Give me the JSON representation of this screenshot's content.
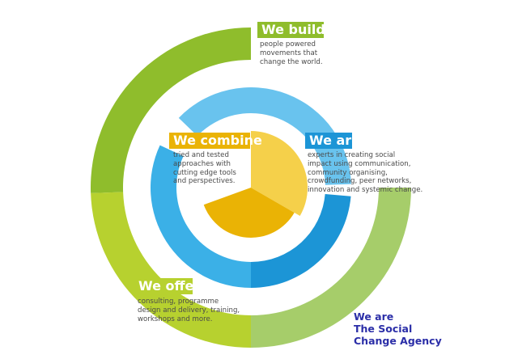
{
  "colors": {
    "outer_green_dark": "#8fbd2c",
    "outer_green_light": "#b7d12f",
    "outer_green_pale": "#a6cd6a",
    "blue_light": "#69c3ee",
    "blue_mid": "#3bb0e7",
    "blue_dark": "#1c95d6",
    "yellow_light": "#f5d04a",
    "yellow_dark": "#eab305",
    "tagline": "#2b2ea8"
  },
  "blocks": {
    "we_build": {
      "title": "We build",
      "text": "people powered\nmovements that\nchange the world.",
      "color": "#8fbd2c"
    },
    "we_combine": {
      "title": "We combine",
      "text": "tried and tested\napproaches with\ncutting edge tools\nand perspectives.",
      "color": "#eab305"
    },
    "we_are": {
      "title": "We are",
      "text": "experts in creating social\nimpact using communication,\ncommunity organising,\ncrowdfunding, peer networks,\ninnovation and systemic change.",
      "color": "#1c95d6"
    },
    "we_offer": {
      "title": "We offer",
      "text": "consulting, programme\ndesign and delivery, training,\nworkshops and more.",
      "color": "#b7d12f"
    }
  },
  "tagline": {
    "line1": "We are",
    "line2": "The Social",
    "line3": "Change Agency"
  }
}
